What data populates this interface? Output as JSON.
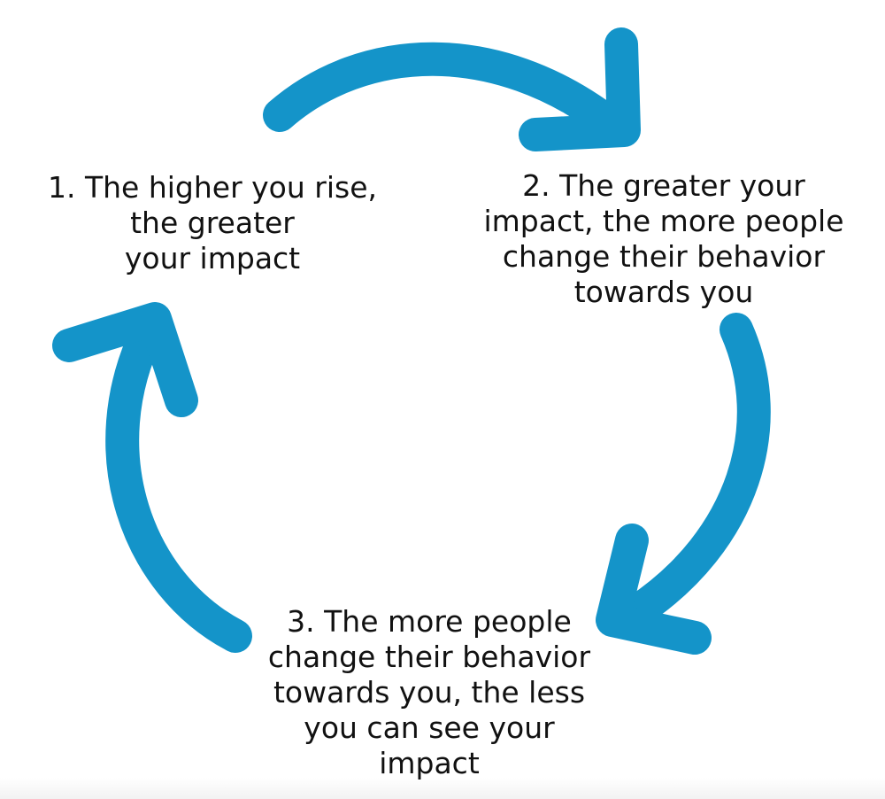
{
  "diagram": {
    "arrow_color": "#1494c9",
    "arrow_icon": "curved-cycle-arrow",
    "steps": [
      {
        "lines": [
          "1. The higher you rise,",
          "the greater",
          "your impact"
        ]
      },
      {
        "lines": [
          "2. The greater your",
          "impact, the more people",
          "change their behavior",
          "towards you"
        ]
      },
      {
        "lines": [
          "3. The more people",
          "change their behavior",
          "towards you, the less",
          "you can see your",
          "impact"
        ]
      }
    ]
  }
}
